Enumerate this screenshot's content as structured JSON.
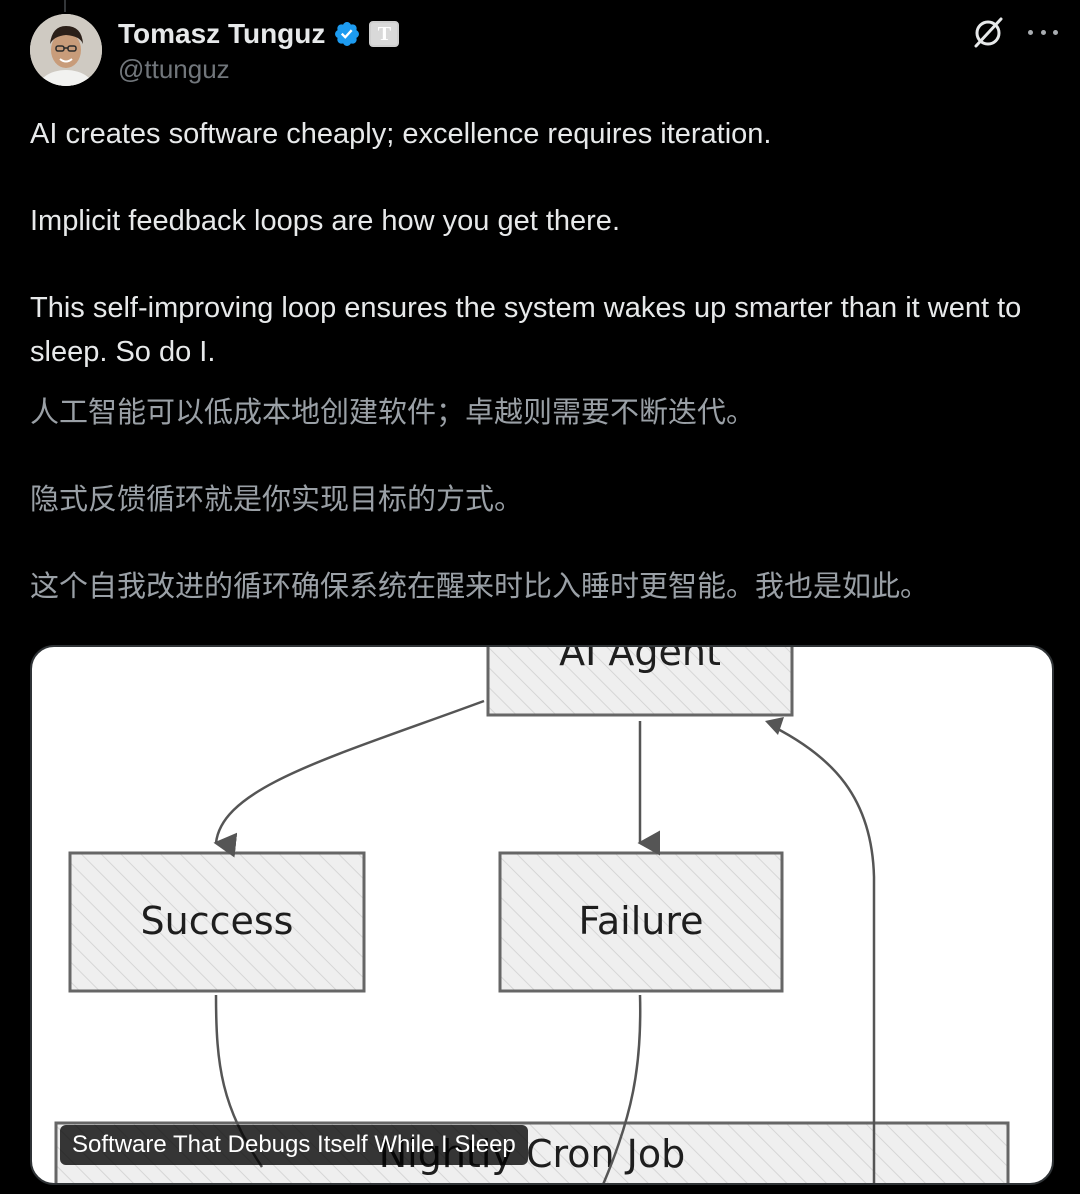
{
  "author": {
    "display_name": "Tomasz Tunguz",
    "handle": "@ttunguz",
    "verified": true,
    "affiliate_badge": "T"
  },
  "icons": {
    "verified": "verified-badge-icon",
    "grok": "grok-icon",
    "more": "more-options-icon"
  },
  "colors": {
    "background": "#000000",
    "text": "#e7e9ea",
    "secondary": "#71767b",
    "verified": "#1d9bf0"
  },
  "tweet": {
    "paragraphs": [
      "AI creates software cheaply; excellence requires iteration.",
      "Implicit feedback loops are how you get there.",
      "This self-improving loop ensures the system wakes up smarter than it went to sleep. So do I."
    ],
    "translation": [
      "人工智能可以低成本地创建软件；卓越则需要不断迭代。",
      "隐式反馈循环就是你实现目标的方式。",
      "这个自我改进的循环确保系统在醒来时比入睡时更智能。我也是如此。"
    ]
  },
  "media": {
    "caption": "Software That Debugs Itself While I Sleep",
    "diagram": {
      "nodes": {
        "agent": "AI Agent",
        "success": "Success",
        "failure": "Failure",
        "cron": "Nightly Cron Job"
      }
    }
  }
}
